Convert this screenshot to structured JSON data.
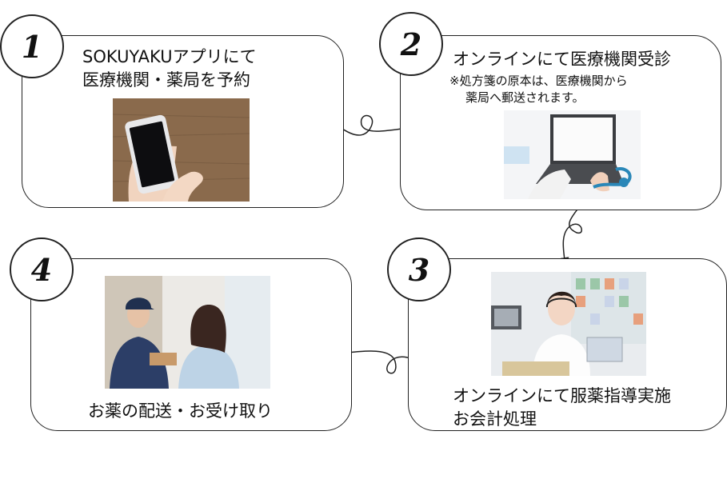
{
  "steps": [
    {
      "number": "1",
      "title_lines": [
        "SOKUYAKUアプリにて",
        "医療機関・薬局を予約"
      ]
    },
    {
      "number": "2",
      "title": "オンラインにて医療機関受診",
      "note_lines": [
        "※処方箋の原本は、医療機関から",
        "薬局へ郵送されます。"
      ]
    },
    {
      "number": "3",
      "title_lines": [
        "オンラインにて服薬指導実施",
        "お会計処理"
      ]
    },
    {
      "number": "4",
      "title": "お薬の配送・お受け取り"
    }
  ],
  "colors": {
    "line": "#222222",
    "background": "#ffffff"
  },
  "icons": [
    "smartphone-photo",
    "laptop-stethoscope-photo",
    "pharmacist-headset-photo",
    "delivery-photo"
  ]
}
